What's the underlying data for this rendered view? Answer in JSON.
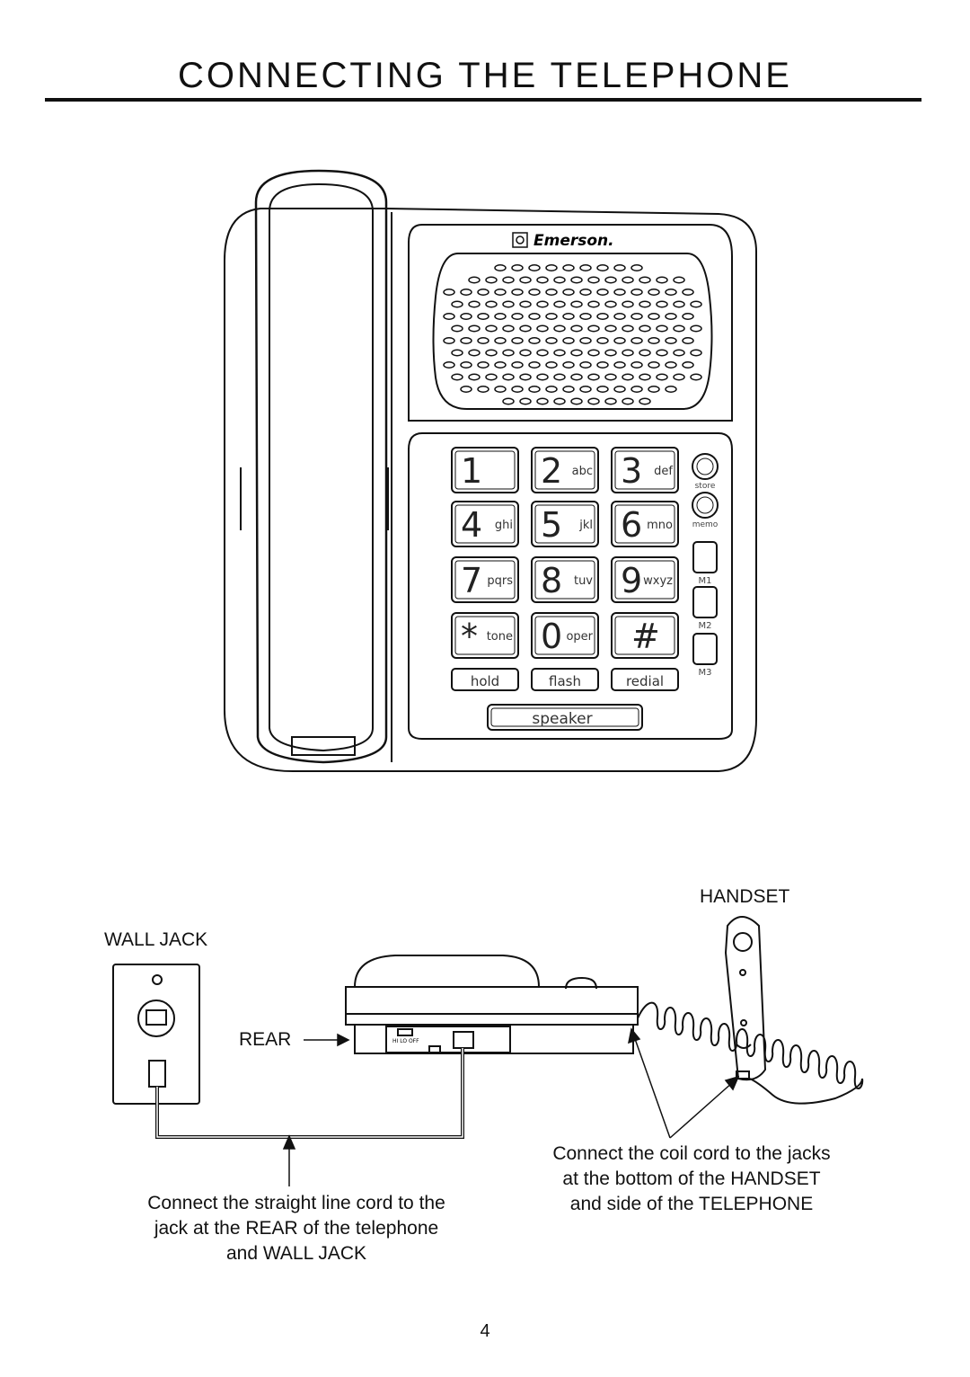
{
  "title": "CONNECTING THE TELEPHONE",
  "phone": {
    "brand": "Emerson.",
    "keys": [
      {
        "num": "1",
        "letters": ""
      },
      {
        "num": "2",
        "letters": "abc"
      },
      {
        "num": "3",
        "letters": "def"
      },
      {
        "num": "4",
        "letters": "ghi"
      },
      {
        "num": "5",
        "letters": "jkl"
      },
      {
        "num": "6",
        "letters": "mno"
      },
      {
        "num": "7",
        "letters": "pqrs"
      },
      {
        "num": "8",
        "letters": "tuv"
      },
      {
        "num": "9",
        "letters": "wxyz"
      },
      {
        "num": "*",
        "letters": "tone"
      },
      {
        "num": "0",
        "letters": "oper"
      },
      {
        "num": "#",
        "letters": ""
      }
    ],
    "function_keys": [
      "hold",
      "flash",
      "redial"
    ],
    "speaker_label": "speaker",
    "side_labels": [
      "store",
      "memo",
      "M1",
      "M2",
      "M3"
    ]
  },
  "labels": {
    "handset": "HANDSET",
    "wall_jack": "WALL JACK",
    "rear": "REAR",
    "ringer": "HI LO OFF"
  },
  "captions": {
    "line_cord": [
      "Connect the straight line cord to the",
      "jack at the REAR of the telephone",
      "and WALL JACK"
    ],
    "coil_cord": [
      "Connect the coil cord to the jacks",
      "at the bottom of the HANDSET",
      "and side of the TELEPHONE"
    ]
  },
  "page_number": "4"
}
